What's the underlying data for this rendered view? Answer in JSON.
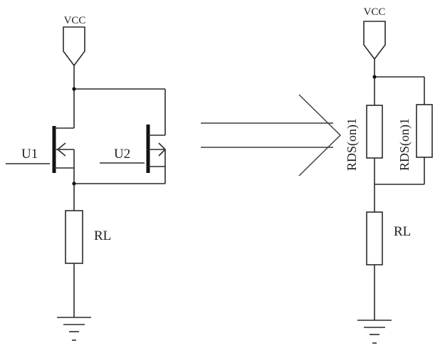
{
  "left_circuit": {
    "vcc_label": "VCC",
    "u1_label": "U1",
    "u2_label": "U2",
    "rl_label": "RL"
  },
  "right_circuit": {
    "vcc_label": "VCC",
    "rds1_label": "RDS(on)1",
    "rds2_label": "RDS(on)1",
    "rl_label": "RL"
  },
  "colors": {
    "line": "#2a2a2a",
    "background": "#ffffff"
  }
}
